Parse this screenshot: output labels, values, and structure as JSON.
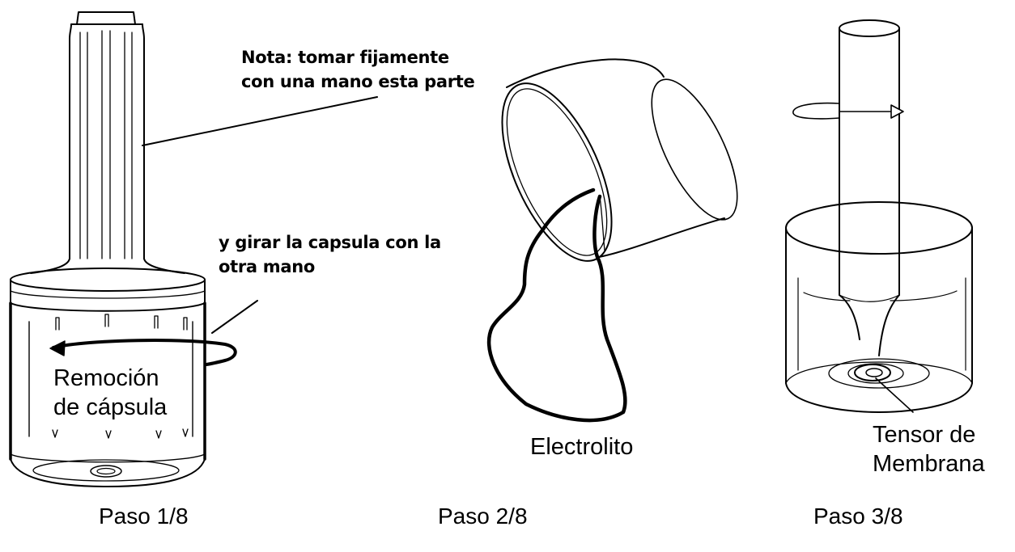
{
  "steps": [
    {
      "caption": "Paso 1/8",
      "note_hold": [
        "Nota: tomar fijamente",
        "con una mano esta parte"
      ],
      "note_twist": [
        "y girar la capsula con la",
        "otra mano"
      ],
      "inside_label": [
        "Remoción",
        "de cápsula"
      ]
    },
    {
      "caption": "Paso 2/8",
      "label": "Electrolito"
    },
    {
      "caption": "Paso 3/8",
      "label": [
        "Tensor de",
        "Membrana"
      ]
    }
  ]
}
